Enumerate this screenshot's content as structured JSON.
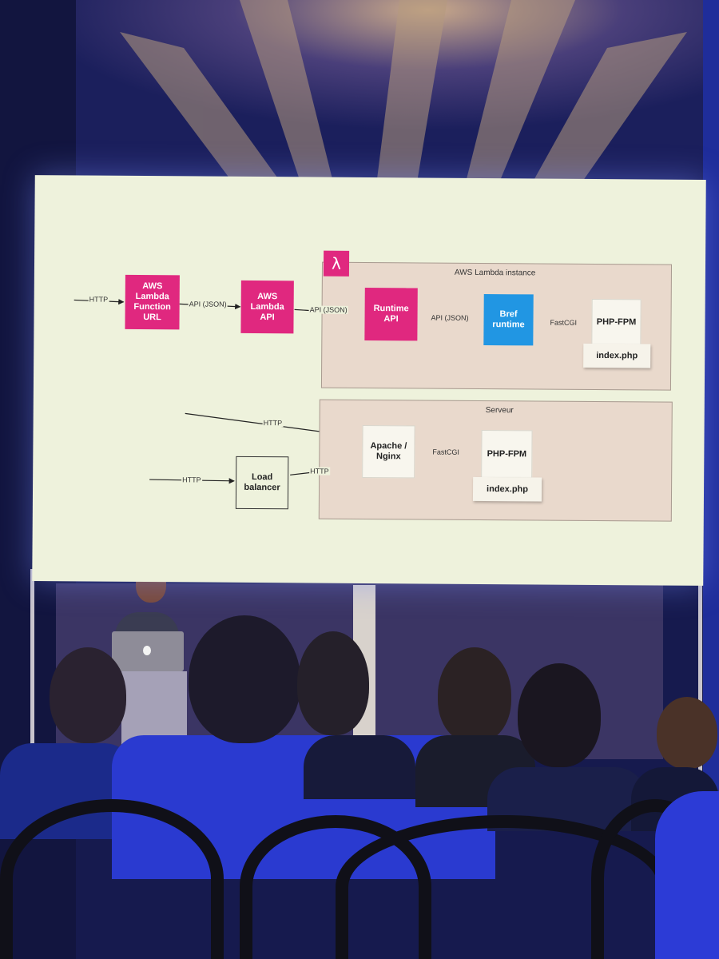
{
  "slide": {
    "nodes": {
      "function_url": "AWS\nLambda\nFunction\nURL",
      "lambda_api": "AWS\nLambda\nAPI",
      "runtime_api": "Runtime\nAPI",
      "bref_runtime": "Bref\nruntime",
      "php_fpm_lambda": "PHP-FPM",
      "index_php_lambda": "index.php",
      "apache_nginx": "Apache /\nNginx",
      "load_balancer": "Load\nbalancer",
      "php_fpm_server": "PHP-FPM",
      "index_php_server": "index.php"
    },
    "groups": {
      "lambda_instance": "AWS Lambda instance",
      "server": "Serveur"
    },
    "lambda_symbol": "λ",
    "edges": {
      "http_in_lambda": "HTTP",
      "api_json_1": "API (JSON)",
      "api_json_2": "API (JSON)",
      "api_json_3": "API (JSON)",
      "fastcgi_lambda": "FastCGI",
      "http_top_server": "HTTP",
      "http_to_lb": "HTTP",
      "http_lb_to_apache": "HTTP",
      "fastcgi_server": "FastCGI"
    }
  },
  "colors": {
    "slide_background": "#eef2dc",
    "lambda_pink": "#e0287f",
    "bref_blue": "#2196e3",
    "group_fill": "#e9d9cc",
    "stage_light": "#1b2a8a"
  }
}
